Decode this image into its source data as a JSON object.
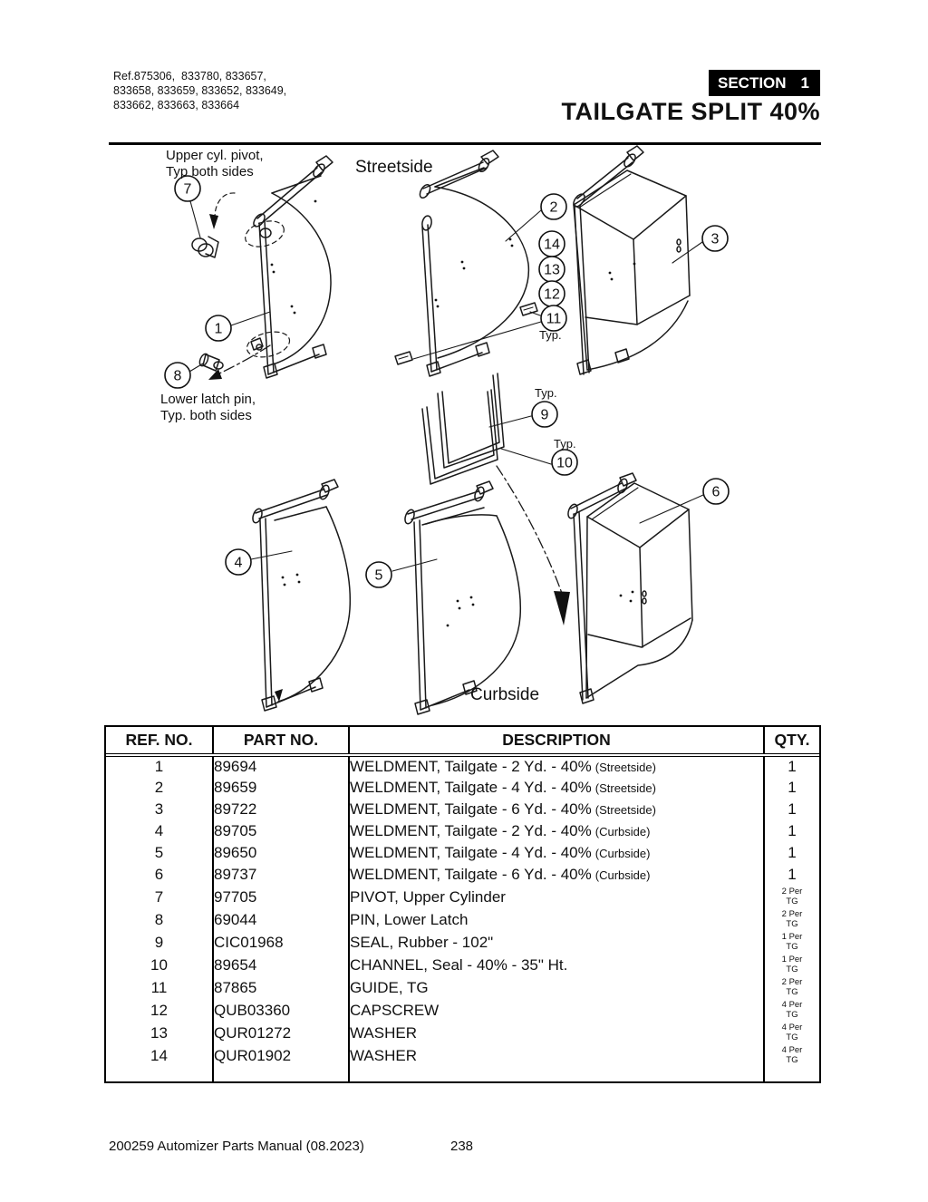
{
  "header": {
    "ref_lines": [
      "Ref.875306,  833780, 833657,",
      "833658, 833659, 833652, 833649,",
      "833662, 833663, 833664"
    ],
    "section_label": "SECTION",
    "section_number": "1",
    "title": "TAILGATE SPLIT 40%"
  },
  "diagram": {
    "streetside_label": "Streetside",
    "curbside_label": "Curbside",
    "typ_label": "Typ.",
    "upper_note_1": "Upper cyl. pivot,",
    "upper_note_2": "Typ both sides",
    "lower_note_1": "Lower latch pin,",
    "lower_note_2": "Typ. both sides",
    "callouts": {
      "c1": "1",
      "c2": "2",
      "c3": "3",
      "c4": "4",
      "c5": "5",
      "c6": "6",
      "c7": "7",
      "c8": "8",
      "c9": "9",
      "c10": "10",
      "c11": "11",
      "c12": "12",
      "c13": "13",
      "c14": "14"
    }
  },
  "table": {
    "headers": [
      "REF. NO.",
      "PART NO.",
      "DESCRIPTION",
      "QTY."
    ],
    "rows": [
      {
        "ref": "1",
        "part": "89694",
        "desc": "WELDMENT, Tailgate - 2 Yd. - 40%",
        "note": "(Streetside)",
        "qty": "1"
      },
      {
        "ref": "2",
        "part": "89659",
        "desc": "WELDMENT, Tailgate - 4 Yd. - 40%",
        "note": "(Streetside)",
        "qty": "1"
      },
      {
        "ref": "3",
        "part": "89722",
        "desc": "WELDMENT, Tailgate - 6 Yd. - 40%",
        "note": "(Streetside)",
        "qty": "1"
      },
      {
        "ref": "4",
        "part": "89705",
        "desc": "WELDMENT, Tailgate - 2 Yd. - 40%",
        "note": "(Curbside)",
        "qty": "1"
      },
      {
        "ref": "5",
        "part": "89650",
        "desc": "WELDMENT, Tailgate - 4 Yd. - 40%",
        "note": "(Curbside)",
        "qty": "1"
      },
      {
        "ref": "6",
        "part": "89737",
        "desc": "WELDMENT, Tailgate - 6 Yd. - 40%",
        "note": "(Curbside)",
        "qty": "1"
      },
      {
        "ref": "7",
        "part": "97705",
        "desc": "PIVOT, Upper Cylinder",
        "qty": "2 Per",
        "qty_unit": "TG"
      },
      {
        "ref": "8",
        "part": "69044",
        "desc": "PIN, Lower Latch",
        "qty": "2 Per",
        "qty_unit": "TG"
      },
      {
        "ref": "9",
        "part": "CIC01968",
        "desc": "SEAL, Rubber - 102\"",
        "qty": "1 Per",
        "qty_unit": "TG"
      },
      {
        "ref": "10",
        "part": "89654",
        "desc": "CHANNEL, Seal - 40% - 35\" Ht.",
        "qty": "1 Per",
        "qty_unit": "TG"
      },
      {
        "ref": "11",
        "part": "87865",
        "desc": "GUIDE, TG",
        "qty": "2 Per",
        "qty_unit": "TG"
      },
      {
        "ref": "12",
        "part": "QUB03360",
        "desc": "CAPSCREW",
        "qty": "4 Per",
        "qty_unit": "TG"
      },
      {
        "ref": "13",
        "part": "QUR01272",
        "desc": "WASHER",
        "qty": "4 Per",
        "qty_unit": "TG"
      },
      {
        "ref": "14",
        "part": "QUR01902",
        "desc": "WASHER",
        "qty": "4 Per",
        "qty_unit": "TG"
      }
    ]
  },
  "footer": {
    "left": "200259 Automizer Parts Manual (08.2023)",
    "page": "238"
  }
}
